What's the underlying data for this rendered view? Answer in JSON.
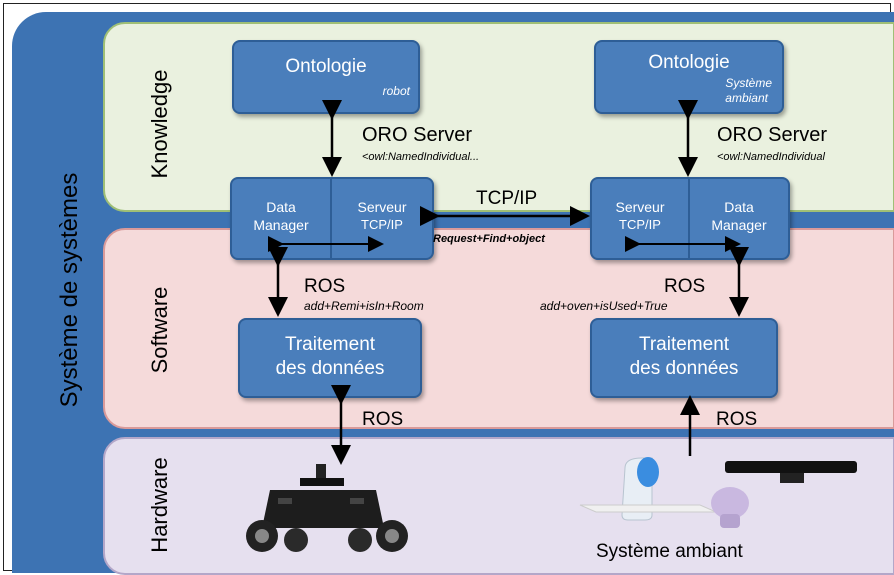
{
  "system_label": "Système de systèmes",
  "layers": {
    "knowledge": "Knowledge",
    "software": "Software",
    "hardware": "Hardware"
  },
  "ontology_robot": {
    "title": "Ontologie",
    "subtitle": "robot"
  },
  "ontology_ambient": {
    "title": "Ontologie",
    "subtitle_line1": "Système",
    "subtitle_line2": "ambiant"
  },
  "oro_left": {
    "title": "ORO Server",
    "example": "<owl:NamedIndividual..."
  },
  "oro_right": {
    "title": "ORO Server",
    "example": "<owl:NamedIndividual"
  },
  "left_node": {
    "data_manager_line1": "Data",
    "data_manager_line2": "Manager",
    "server_line1": "Serveur",
    "server_line2": "TCP/IP"
  },
  "right_node": {
    "server_line1": "Serveur",
    "server_line2": "TCP/IP",
    "data_manager_line1": "Data",
    "data_manager_line2": "Manager"
  },
  "tcp_link": {
    "title": "TCP/IP",
    "example": "Request+Find+object"
  },
  "ros_left": {
    "title": "ROS",
    "example": "add+Remi+isIn+Room"
  },
  "ros_right": {
    "title": "ROS",
    "example": "add+oven+isUsed+True"
  },
  "processing_left": {
    "line1": "Traitement",
    "line2": "des données"
  },
  "processing_right": {
    "line1": "Traitement",
    "line2": "des données"
  },
  "ros_hw_left": "ROS",
  "ros_hw_right": "ROS",
  "ambient_label": "Système ambiant",
  "colors": {
    "box": "#4a7ebb",
    "system": "#3d73b3",
    "knowledge": "#eaf1df",
    "software": "#f5dada",
    "hardware": "#e6e0ef"
  }
}
